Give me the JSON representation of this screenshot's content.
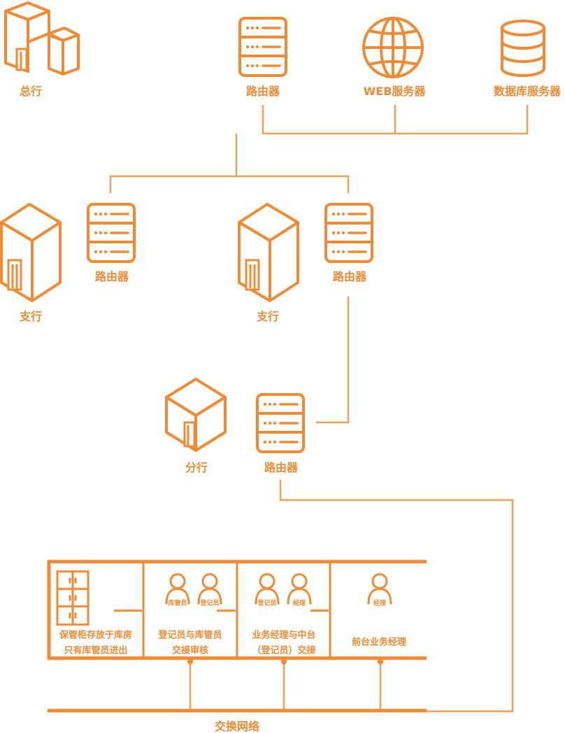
{
  "hq": {
    "label": "总行"
  },
  "top_devices": {
    "router": "路由器",
    "web_server": "WEB服务器",
    "db_server": "数据库服务器"
  },
  "branches": [
    {
      "branch_label": "支行",
      "router_label": "路由器"
    },
    {
      "branch_label": "支行",
      "router_label": "路由器"
    }
  ],
  "sub_branch": {
    "branch_label": "分行",
    "router_label": "路由器"
  },
  "rooms": {
    "room1": {
      "line1": "保管柜存放于库房",
      "line2": "只有库管员进出"
    },
    "room2": {
      "line1": "登记员与库管员",
      "line2": "交接审核",
      "person1": "库管员",
      "person2": "登记员"
    },
    "room3": {
      "line1": "业务经理与中台",
      "line2": "（登记员）交接",
      "person1": "登记员",
      "person2": "经理"
    },
    "room4": {
      "line1": "前台业务经理",
      "person1": "经理"
    }
  },
  "network": {
    "label": "交换网络"
  },
  "colors": {
    "accent": "#f08a33",
    "line": "#f0a050"
  }
}
